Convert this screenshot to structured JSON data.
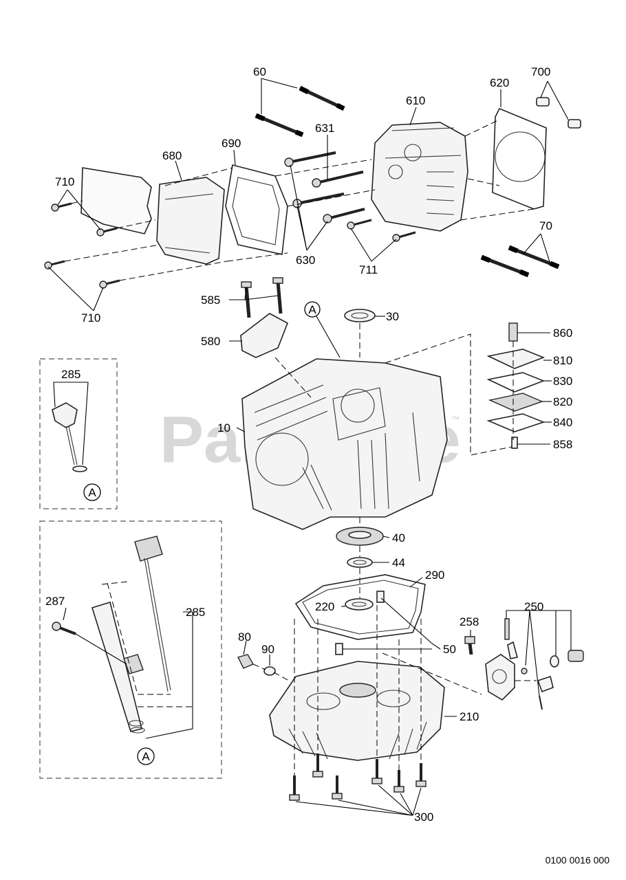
{
  "watermark": {
    "text": "PartsTree",
    "trademark": "™"
  },
  "callout_letter": "A",
  "drawing_number": "0100 0016 000",
  "labels": {
    "p60": "60",
    "p610": "610",
    "p620": "620",
    "p700": "700",
    "p631": "631",
    "p680": "680",
    "p690": "690",
    "p710_top": "710",
    "p630": "630",
    "p711": "711",
    "p70": "70",
    "p710_bottom": "710",
    "p585": "585",
    "p580": "580",
    "p30": "30",
    "p860": "860",
    "p810": "810",
    "p830": "830",
    "p820": "820",
    "p840": "840",
    "p858": "858",
    "p10": "10",
    "p285_top": "285",
    "p40": "40",
    "p44": "44",
    "p290": "290",
    "p287": "287",
    "p285_bottom": "285",
    "p220": "220",
    "p50": "50",
    "p250": "250",
    "p258": "258",
    "p80": "80",
    "p90": "90",
    "p210": "210",
    "p300": "300"
  }
}
